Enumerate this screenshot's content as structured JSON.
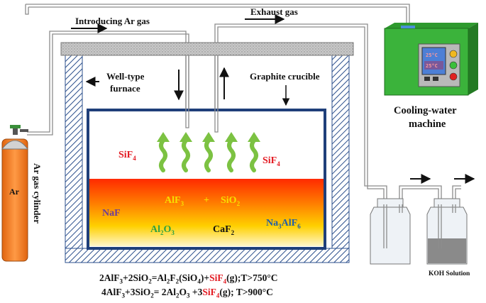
{
  "labels": {
    "introducing_ar": "Introducing Ar gas",
    "exhaust": "Exhaust gas",
    "furnace_line1": "Well-type",
    "furnace_line2": "furnace",
    "crucible": "Graphite crucible",
    "cooling_line1": "Cooling-water",
    "cooling_line2": "machine",
    "ar_cylinder": "Ar gas cylinder",
    "ar": "Ar",
    "koh": "KOH Solution",
    "sif4_left": "SiF",
    "sif4_right": "SiF",
    "alf3": "AlF",
    "plus": "+",
    "sio2": "SiO",
    "naf": "NaF",
    "al2o3": "Al",
    "caf2": "CaF",
    "na3alf6": "Na",
    "panel_temp1": "25°C",
    "panel_temp2": "25°C"
  },
  "equations": {
    "eq1": {
      "lhs": "2AlF",
      "mid": "+2SiO",
      "rhs1": "=Al",
      "rhs2": "F",
      "rhs3": "(SiO",
      "rhs4": ")+",
      "gas": "SiF",
      "tail": "(g);T>750°C"
    },
    "eq2": {
      "lhs": "4AlF",
      "mid": "+3SiO",
      "rhs1": "= 2Al",
      "rhs2": "O",
      "rhs3": " +3",
      "gas": "SiF",
      "tail": "(g); T>900°C"
    }
  },
  "colors": {
    "cylinder": "#f47a20",
    "machine": "#3bb33b",
    "crucible_border": "#1f3f7a",
    "gas_arrows": "#7cc242",
    "sif4": "#e31b23",
    "alf3": "#f7e000",
    "al2o3": "#2ea043",
    "naf": "#6a3d9a",
    "na3alf6": "#1f5fa8"
  }
}
